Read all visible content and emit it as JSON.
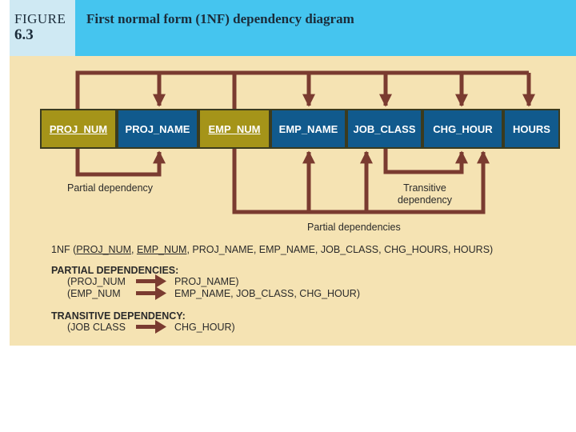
{
  "figure": {
    "label": "FIGURE",
    "number": "6.3",
    "title": "First normal form (1NF) dependency diagram"
  },
  "attributes": [
    {
      "name": "PROJ_NUM",
      "key": true
    },
    {
      "name": "PROJ_NAME",
      "key": false
    },
    {
      "name": "EMP_NUM",
      "key": true
    },
    {
      "name": "EMP_NAME",
      "key": false
    },
    {
      "name": "JOB_CLASS",
      "key": false
    },
    {
      "name": "CHG_HOUR",
      "key": false
    },
    {
      "name": "HOURS",
      "key": false
    }
  ],
  "labels": {
    "partial_dependency": "Partial dependency",
    "transitive_line1": "Transitive",
    "transitive_line2": "dependency",
    "partial_dependencies": "Partial dependencies"
  },
  "notation": {
    "nf_prefix": "1NF (",
    "nf_key1": "PROJ_NUM",
    "nf_sep": ", ",
    "nf_key2": "EMP_NUM",
    "nf_rest": ", PROJ_NAME, EMP_NAME, JOB_CLASS, CHG_HOURS, HOURS)",
    "partial_heading": "PARTIAL DEPENDENCIES:",
    "partial_rows": [
      {
        "lhs": "(PROJ_NUM",
        "rhs": "PROJ_NAME)"
      },
      {
        "lhs": "(EMP_NUM",
        "rhs": "EMP_NAME, JOB_CLASS, CHG_HOUR)"
      }
    ],
    "transitive_heading": "TRANSITIVE DEPENDENCY:",
    "transitive_rows": [
      {
        "lhs": "(JOB CLASS",
        "rhs": "CHG_HOUR)"
      }
    ]
  },
  "colors": {
    "key_cell": "#a59419",
    "attr_cell": "#115a8d",
    "arrow": "#7a3b30",
    "background": "#f5e3b3",
    "header": "#45c5ef"
  }
}
